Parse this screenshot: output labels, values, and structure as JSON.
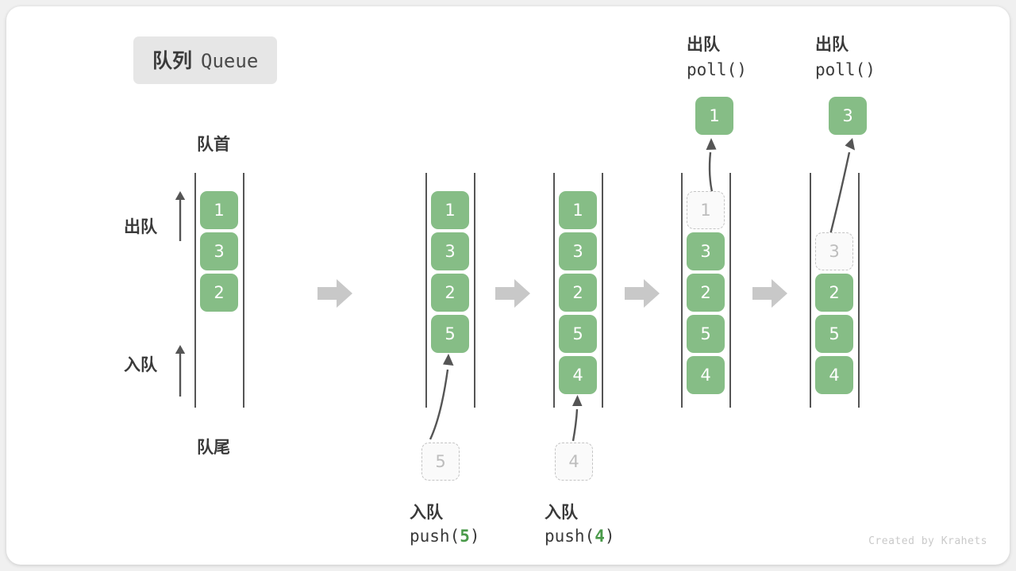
{
  "card": {
    "title_cn": "队列",
    "title_en": "Queue",
    "credit": "Created by Krahets"
  },
  "labels": {
    "head": "队首",
    "tail": "队尾",
    "dequeue_cn": "出队",
    "enqueue_cn": "入队",
    "poll_call": "poll()"
  },
  "legend": {
    "dequeue_arrow_label": "出队",
    "enqueue_arrow_label": "入队"
  },
  "columns": [
    {
      "id": "initial",
      "cells": [
        {
          "value": "1",
          "state": "filled"
        },
        {
          "value": "3",
          "state": "filled"
        },
        {
          "value": "2",
          "state": "filled"
        }
      ]
    },
    {
      "id": "after-push-5",
      "cells": [
        {
          "value": "1",
          "state": "filled"
        },
        {
          "value": "3",
          "state": "filled"
        },
        {
          "value": "2",
          "state": "filled"
        },
        {
          "value": "5",
          "state": "filled"
        }
      ],
      "incoming": {
        "value": "5",
        "state": "ghost"
      },
      "caption_cn": "入队",
      "caption_fn": "push(",
      "caption_arg": "5",
      "caption_fn_end": ")"
    },
    {
      "id": "after-push-4",
      "cells": [
        {
          "value": "1",
          "state": "filled"
        },
        {
          "value": "3",
          "state": "filled"
        },
        {
          "value": "2",
          "state": "filled"
        },
        {
          "value": "5",
          "state": "filled"
        },
        {
          "value": "4",
          "state": "filled"
        }
      ],
      "incoming": {
        "value": "4",
        "state": "ghost"
      },
      "caption_cn": "入队",
      "caption_fn": "push(",
      "caption_arg": "4",
      "caption_fn_end": ")"
    },
    {
      "id": "after-poll-1",
      "cells": [
        {
          "value": "1",
          "state": "ghost"
        },
        {
          "value": "3",
          "state": "filled"
        },
        {
          "value": "2",
          "state": "filled"
        },
        {
          "value": "5",
          "state": "filled"
        },
        {
          "value": "4",
          "state": "filled"
        }
      ],
      "outgoing": {
        "value": "1",
        "state": "filled"
      },
      "header_cn": "出队",
      "header_fn": "poll()"
    },
    {
      "id": "after-poll-3",
      "cells": [
        {
          "value": "",
          "state": "empty"
        },
        {
          "value": "3",
          "state": "ghost"
        },
        {
          "value": "2",
          "state": "filled"
        },
        {
          "value": "5",
          "state": "filled"
        },
        {
          "value": "4",
          "state": "filled"
        }
      ],
      "outgoing": {
        "value": "3",
        "state": "filled"
      },
      "header_cn": "出队",
      "header_fn": "poll()"
    }
  ],
  "colors": {
    "cell_fill": "#86bd86",
    "cell_text": "#ffffff",
    "ghost_border": "#c4c4c4",
    "ghost_text": "#bdbdbd",
    "rail": "#555555",
    "block_arrow": "#c8c8c8",
    "thin_arrow": "#555555",
    "badge_bg": "#e6e6e6",
    "accent_green_text": "#4a9a4a"
  }
}
